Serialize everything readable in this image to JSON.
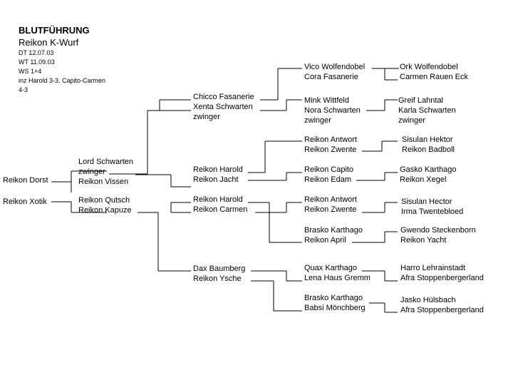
{
  "title": "BLUTFÜHRUNG",
  "subtitle": "Reikon K-Wurf",
  "meta_lines": [
    "DT 12.07.03",
    "WT 11.09.03",
    "WS 1+4",
    "inz Harold 3-3, Capito-Carmen",
    "4-3"
  ],
  "pedigree": {
    "gen1": {
      "sire": "Reikon Dorst",
      "dam": "Reikon Xotik"
    },
    "gen2": {
      "sire": [
        "Lord Schwarten",
        "zwinger",
        "Reikon Vissen"
      ],
      "dam": [
        "Reikon Qutsch",
        "Reikon Kapuze"
      ]
    },
    "gen3": {
      "a": [
        "Chicco Fasanerie",
        "Xenta Schwarten",
        "zwinger"
      ],
      "b": [
        "Reikon Harold",
        "Reikon Jacht"
      ],
      "c": [
        "Reikon Harold",
        "Reikon Carmen"
      ],
      "d": [
        "Dax Baumberg",
        "Reikon Ysche"
      ]
    },
    "gen4": {
      "a": [
        "Vico Wolfendobel",
        "Cora Fasanerie"
      ],
      "b": [
        "Mink Wittfeld",
        "Nora Schwarten",
        "zwinger"
      ],
      "c": [
        "Reikon Antwort",
        "Reikon Zwente"
      ],
      "d": [
        "Reikon Capito",
        "Reikon Edam"
      ],
      "e": [
        "Reikon Antwort",
        "Reikon Zwente"
      ],
      "f": [
        "Brasko Karthago",
        "Reikon April"
      ],
      "g": [
        "Quax Karthago",
        "Lena Haus Gremm"
      ],
      "h": [
        "Brasko Karthago",
        "Babsi Mönchberg"
      ]
    },
    "gen5": {
      "a": [
        "Ork Wolfendobel",
        "Carmen Rauen Eck"
      ],
      "b": [
        "Greif Lahntal",
        "Karla Schwarten",
        "zwinger"
      ],
      "c": [
        "Sisulan Hektor",
        "Reikon Badboll"
      ],
      "d": [
        "Gasko Karthago",
        "Reikon Xegel"
      ],
      "e": [
        "Sisulan Hector",
        "Irma Twentebloed"
      ],
      "f": [
        "Gwendo Steckenborn",
        "Reikon Yacht"
      ],
      "g": [
        "Harro Lehrainstadt",
        "Afra Stoppenbergerland"
      ],
      "h": [
        "Jasko Hülsbach",
        "Afra Stoppenbergerland"
      ]
    }
  }
}
